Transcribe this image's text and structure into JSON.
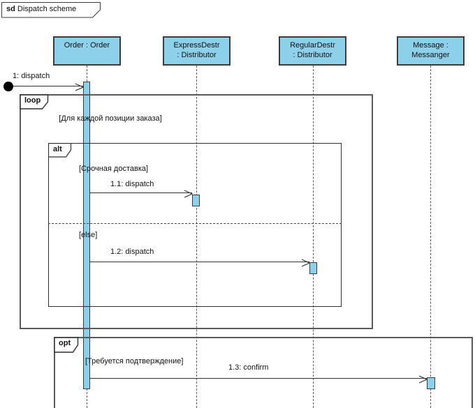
{
  "diagram": {
    "title": {
      "keyword": "sd",
      "name": " Dispatch scheme"
    }
  },
  "lifelines": [
    {
      "id": "order",
      "line1": "Order : Order",
      "line2": ""
    },
    {
      "id": "express",
      "line1": "ExpressDestr",
      "line2": ": Distributor"
    },
    {
      "id": "regular",
      "line1": "RegularDestr",
      "line2": ": Distributor"
    },
    {
      "id": "message",
      "line1": "Message :",
      "line2": "Messanger"
    }
  ],
  "fragments": {
    "loop": {
      "operator": "loop",
      "guard": "[Для каждой позиции заказа]"
    },
    "alt": {
      "operator": "alt",
      "guard_if": "[Срочная доставка]",
      "guard_else": "[else]"
    },
    "opt": {
      "operator": "opt",
      "guard": "[Требуется подтверждение]"
    }
  },
  "messages": [
    {
      "label": "1: dispatch",
      "from": "found",
      "to": "Order : Order"
    },
    {
      "label": "1.1: dispatch",
      "from": "Order : Order",
      "to": "ExpressDestr : Distributor"
    },
    {
      "label": "1.2: dispatch",
      "from": "Order : Order",
      "to": "RegularDestr : Distributor"
    },
    {
      "label": "1.3: confirm",
      "from": "Order : Order",
      "to": "Message : Messanger"
    }
  ],
  "colors": {
    "shape_fill": "#8CD0EA",
    "shape_border": "#3C3C3C",
    "frame_border": "#5A5A5A",
    "message_line": "#333333",
    "background": "#FFFFFF"
  }
}
